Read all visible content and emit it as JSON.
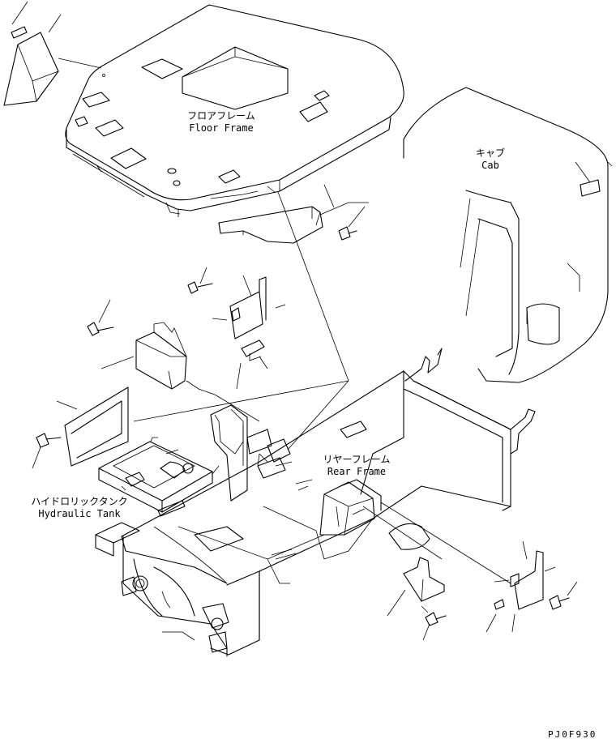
{
  "labels": {
    "floor_frame": {
      "jp": "フロアフレーム",
      "en": "Floor Frame"
    },
    "cab": {
      "jp": "キャブ",
      "en": "Cab"
    },
    "rear_frame": {
      "jp": "リヤーフレーム",
      "en": "Rear Frame"
    },
    "hydraulic_tank": {
      "jp": "ハイドロリックタンク",
      "en": "Hydraulic Tank"
    }
  },
  "drawing_code": "PJ0F930"
}
